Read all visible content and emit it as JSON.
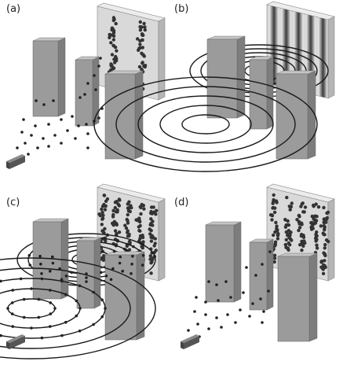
{
  "panels": [
    {
      "label": "(a)",
      "mode": "particles"
    },
    {
      "label": "(b)",
      "mode": "waves"
    },
    {
      "label": "(c)",
      "mode": "particles-and-waves"
    },
    {
      "label": "(d)",
      "mode": "particles-two-bands"
    }
  ],
  "colors": {
    "block_front": "#9b9b9b",
    "block_side": "#7d7d7d",
    "block_top": "#c4c4c4",
    "screen_front": "#d9d9d9",
    "screen_side": "#b5b5b5",
    "screen_top": "#ececec",
    "particle": "#222222",
    "wave": "#1a1a1a",
    "source": "#555555"
  }
}
